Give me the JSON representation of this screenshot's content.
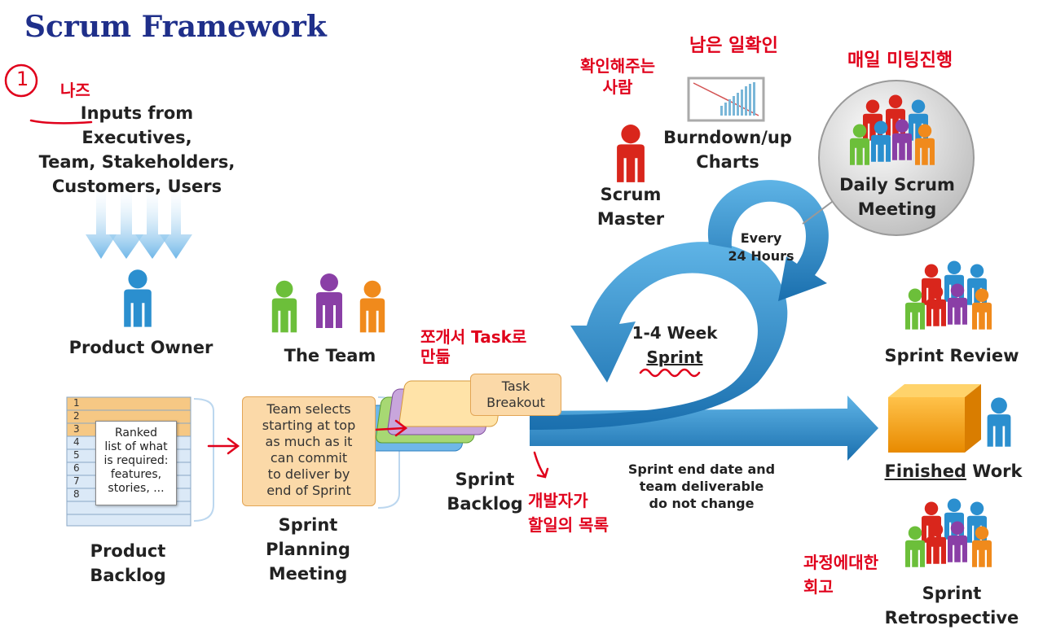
{
  "title": "Scrum Framework",
  "inputs": {
    "line1_underlined": "Inputs",
    "line1_rest": " from Executives,",
    "line2": "Team, Stakeholders,",
    "line3": "Customers, Users"
  },
  "product_owner": "Product Owner",
  "the_team": "The Team",
  "product_backlog": {
    "rows": [
      "1",
      "2",
      "3",
      "4",
      "5",
      "6",
      "7",
      "8"
    ],
    "box_lines": [
      "Ranked",
      "list of what",
      "is required:",
      "features,",
      "stories, ..."
    ],
    "label_lines": [
      "Product",
      "Backlog"
    ]
  },
  "sprint_planning": {
    "box_lines": [
      "Team selects",
      "starting at top",
      "as much as it",
      "can commit",
      "to deliver by",
      "end of Sprint"
    ],
    "label_lines": [
      "Sprint",
      "Planning",
      "Meeting"
    ]
  },
  "sprint_backlog": {
    "task_lines": [
      "Task",
      "Breakout"
    ],
    "label_lines": [
      "Sprint",
      "Backlog"
    ]
  },
  "scrum_master": {
    "label_lines": [
      "Scrum",
      "Master"
    ]
  },
  "burndown": {
    "label_lines": [
      "Burndown/up",
      "Charts"
    ]
  },
  "daily_scrum": {
    "label_lines": [
      "Daily Scrum",
      "Meeting"
    ]
  },
  "every_24": {
    "label_lines": [
      "Every",
      "24 Hours"
    ]
  },
  "sprint_cycle": {
    "label_lines": [
      "1-4 Week",
      "Sprint"
    ]
  },
  "sprint_end_note": {
    "lines": [
      "Sprint end date and",
      "team deliverable",
      "do not change"
    ]
  },
  "sprint_review": "Sprint Review",
  "finished_work": {
    "underlined": "Finished",
    "rest": " Work"
  },
  "sprint_retrospective": {
    "label_lines": [
      "Sprint",
      "Retrospective"
    ]
  },
  "handwritten": {
    "circled_number": "1",
    "inputs_note": "나즈",
    "scrum_master_note": [
      "확인해주는",
      "사람"
    ],
    "burndown_note": "남은 일확인",
    "daily_note": "매일 미팅진행",
    "task_note": [
      "쪼개서 Task로",
      "만듦"
    ],
    "backlog_note": [
      "개발자가",
      "할일의 목록"
    ],
    "retro_note": [
      "과정에대한",
      "회고"
    ]
  },
  "colors": {
    "title": "#1f2f8a",
    "annotation": "#e0001b",
    "arrow_blue": "#2e8bc9",
    "person_red": "#d9261c",
    "person_green": "#6cbf3a",
    "person_purple": "#8a3fa6",
    "person_orange": "#f08a1c",
    "person_blue": "#2b8fcf",
    "box_orange": "#fbd9a8"
  }
}
